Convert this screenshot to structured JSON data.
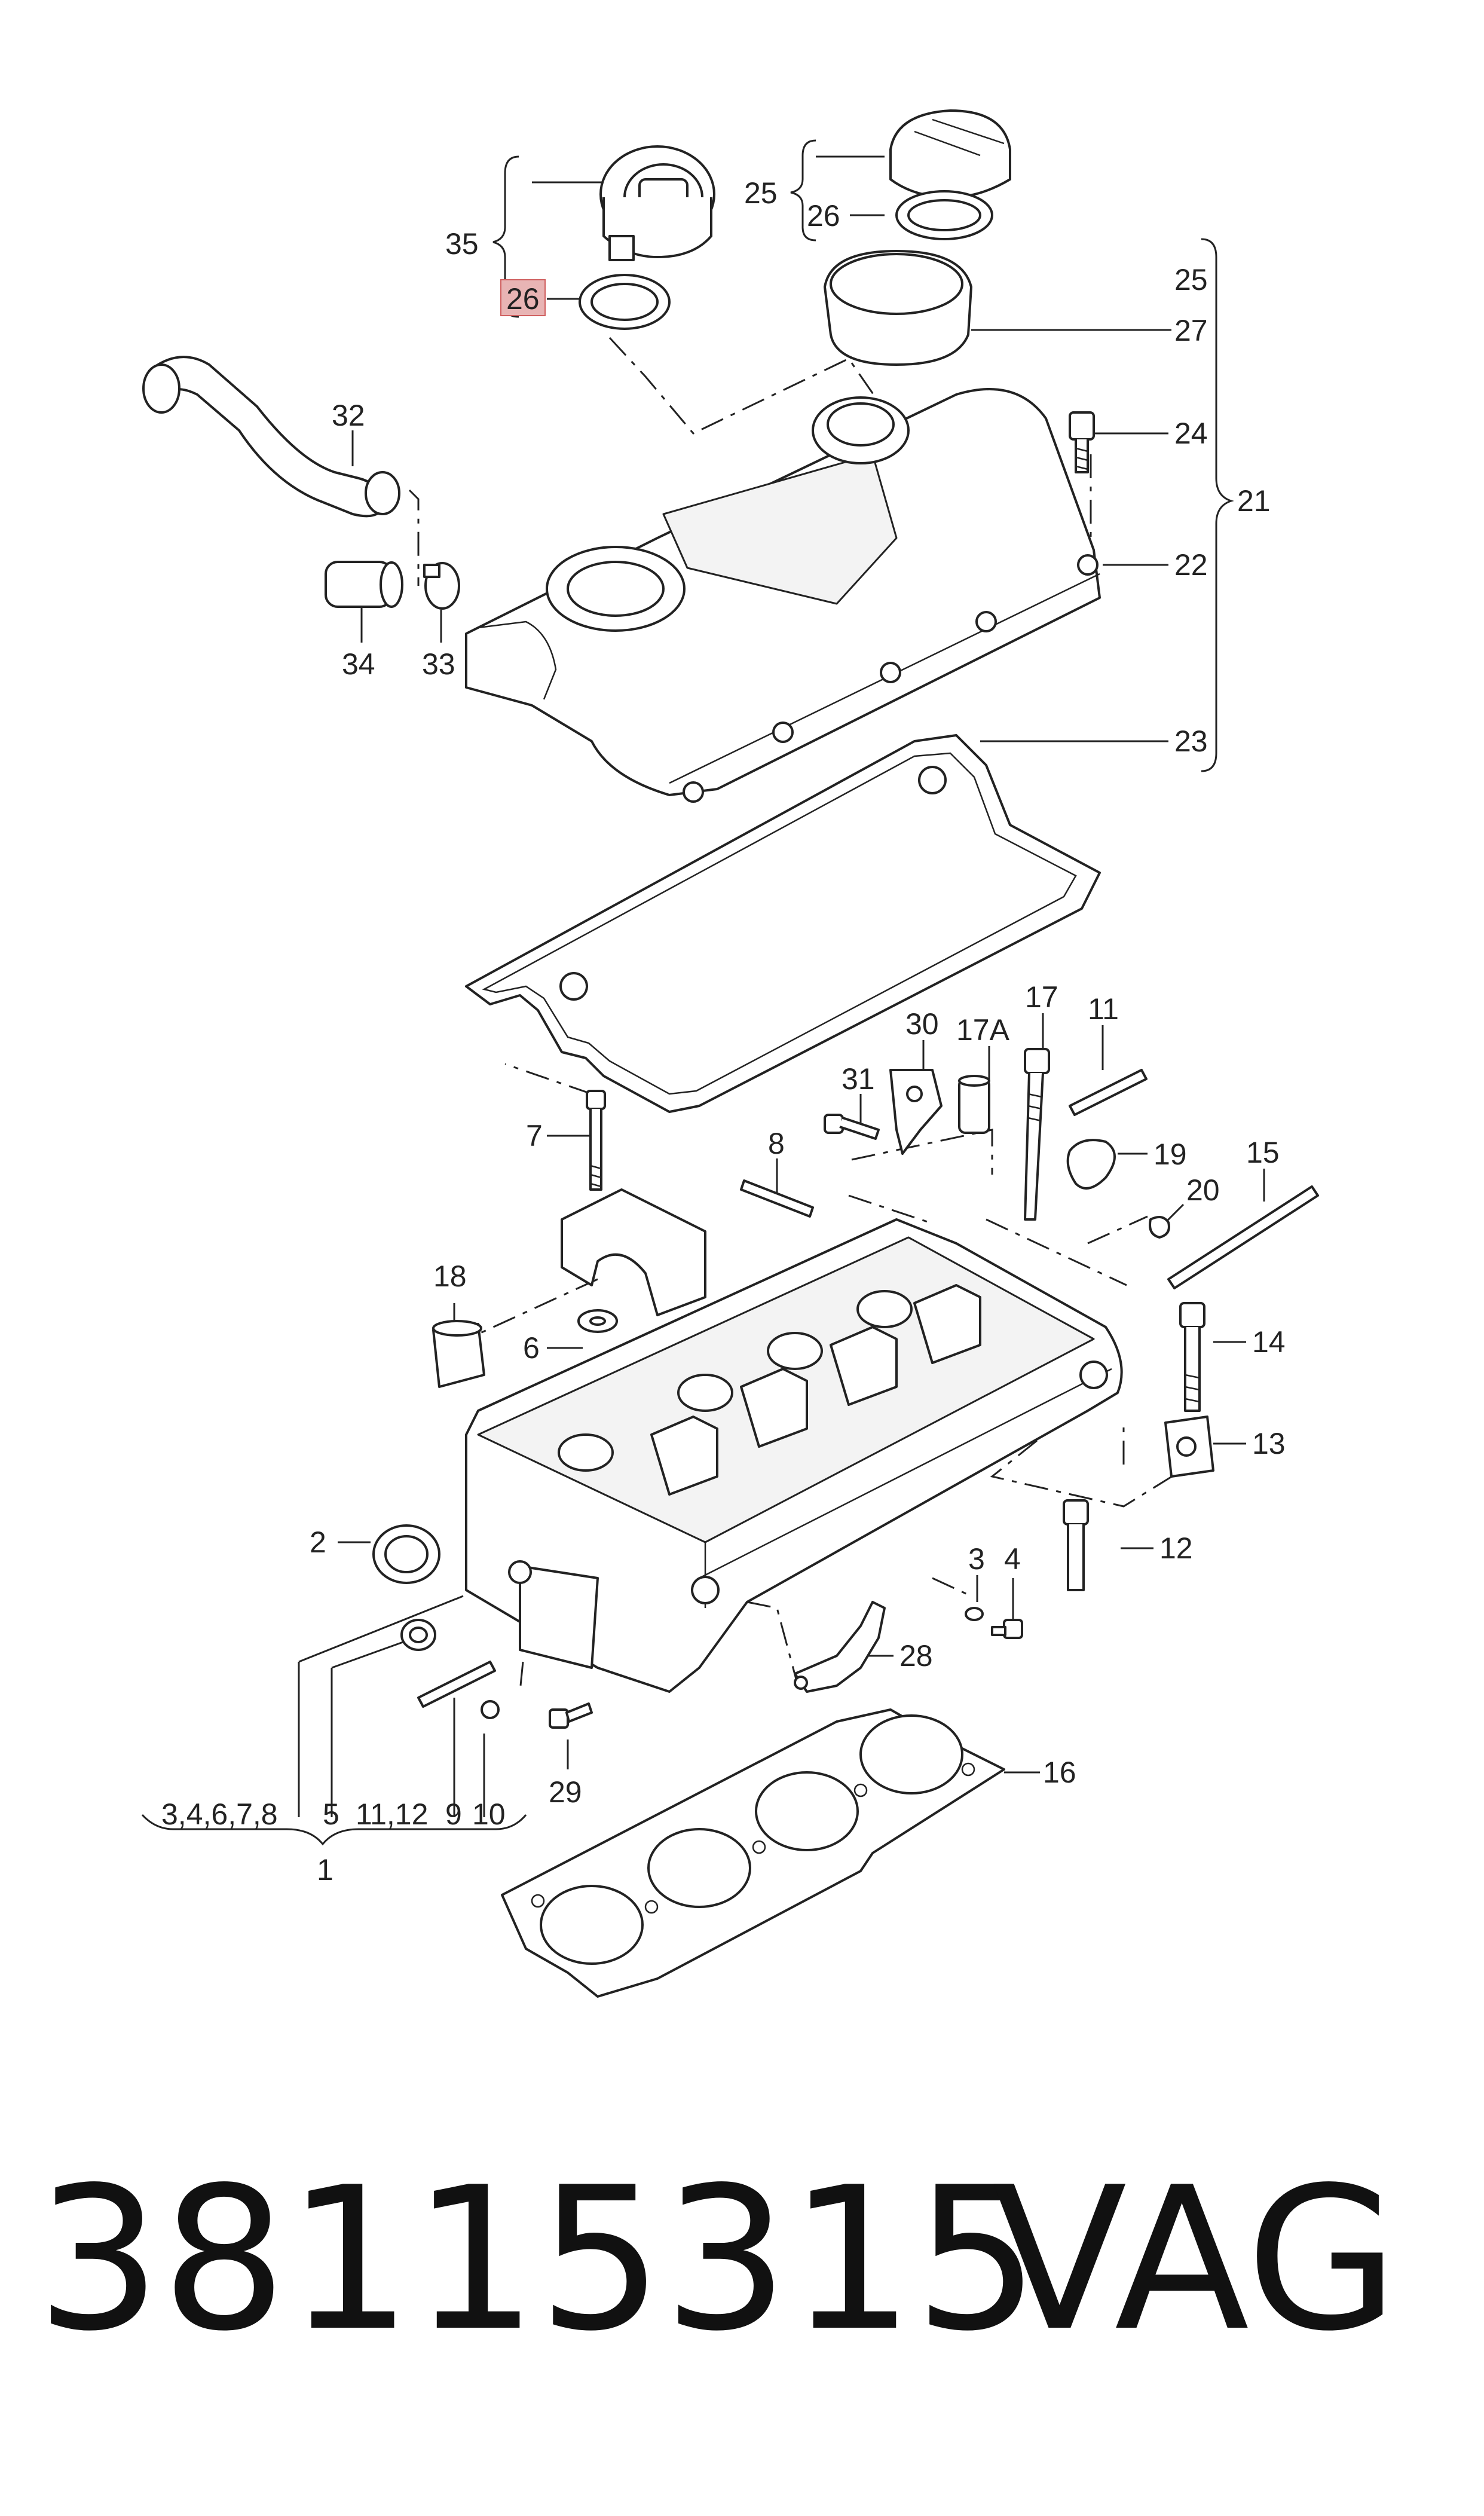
{
  "diagram": {
    "labels": [
      "35",
      "26",
      "25",
      "26",
      "25",
      "27",
      "24",
      "21",
      "22",
      "23",
      "32",
      "34",
      "33",
      "7",
      "8",
      "31",
      "30",
      "17A",
      "17",
      "11",
      "19",
      "20",
      "15",
      "18",
      "6",
      "14",
      "13",
      "2",
      "12",
      "3",
      "4",
      "28",
      "29",
      "16",
      "3,4,6,7,8",
      "5",
      "11,12",
      "9",
      "10",
      "1"
    ],
    "highlighted_label_index": 1,
    "highlight_color": "#e8b4b4",
    "highlight_border": "#d06060"
  },
  "caption": {
    "part_number": "38115315",
    "brand": "VAG"
  }
}
